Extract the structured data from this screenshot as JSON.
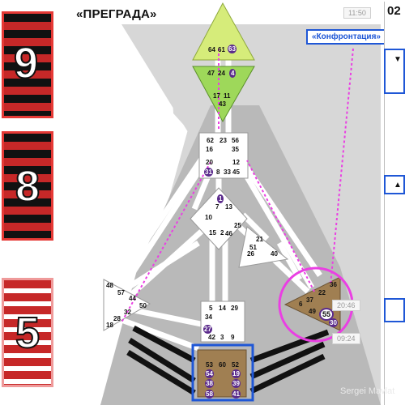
{
  "slide": {
    "title": "«ПРЕГРАДА»",
    "confrontation_label": "«Конфронтация»",
    "time_top": "11:50",
    "time_mid": "20:46",
    "time_bottom": "09:24",
    "side_number": "02",
    "credit": "Sergei Mavlat"
  },
  "thumbnails": [
    {
      "label": "9"
    },
    {
      "label": "8"
    },
    {
      "label": "5"
    }
  ],
  "centers": {
    "head": [
      "64",
      "61",
      "63"
    ],
    "ajna": [
      "47",
      "24",
      "4",
      "17",
      "11",
      "43"
    ],
    "throat": [
      "62",
      "23",
      "56",
      "16",
      "35",
      "20",
      "12",
      "31",
      "8",
      "33",
      "45"
    ],
    "g": [
      "1",
      "7",
      "13",
      "25",
      "15",
      "2",
      "46",
      "10"
    ],
    "ego": [
      "21",
      "51",
      "26",
      "40"
    ],
    "spleen": [
      "48",
      "57",
      "44",
      "50",
      "32",
      "28",
      "18"
    ],
    "solar": [
      "36",
      "22",
      "6",
      "37",
      "49",
      "55",
      "30"
    ],
    "sacral": [
      "5",
      "14",
      "29",
      "34",
      "27",
      "42",
      "3",
      "9"
    ],
    "root": [
      "53",
      "60",
      "52",
      "54",
      "19",
      "38",
      "39",
      "58",
      "41"
    ]
  },
  "colors": {
    "head": "#d6ec7a",
    "ajna": "#9ed85a",
    "brown": "#a07f52",
    "highlight": "#1f57d6",
    "circle": "#ea3fe3",
    "purple": "#5b2b8c"
  }
}
